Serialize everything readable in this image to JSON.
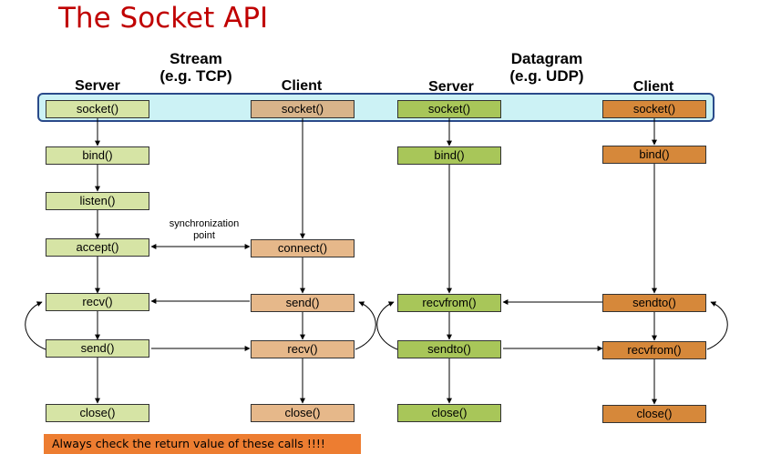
{
  "title": "The Socket API",
  "stream": {
    "heading": "Stream",
    "subheading": "(e.g. TCP)",
    "server": {
      "label": "Server",
      "socket": "socket()",
      "bind": "bind()",
      "listen": "listen()",
      "accept": "accept()",
      "recv": "recv()",
      "send": "send()",
      "close": "close()"
    },
    "client": {
      "label": "Client",
      "socket": "socket()",
      "connect": "connect()",
      "send": "send()",
      "recv": "recv()",
      "close": "close()"
    }
  },
  "datagram": {
    "heading": "Datagram",
    "subheading": "(e.g. UDP)",
    "server": {
      "label": "Server",
      "socket": "socket()",
      "bind": "bind()",
      "recvfrom": "recvfrom()",
      "sendto": "sendto()",
      "close": "close()"
    },
    "client": {
      "label": "Client",
      "socket": "socket()",
      "bind": "bind()",
      "sendto": "sendto()",
      "recvfrom": "recvfrom()",
      "close": "close()"
    }
  },
  "sync_label_line1": "synchronization",
  "sync_label_line2": "point",
  "note": "Always check the return value of these calls !!!!",
  "colors": {
    "title": "#c00000",
    "band_fill": "#ccf2f5",
    "band_border": "#2a4a8a",
    "stream_server": "#d6e4a5",
    "stream_client": "#e6b88a",
    "datagram_server": "#a8c659",
    "datagram_client": "#d6883a",
    "note_fill": "#ed7d31"
  }
}
